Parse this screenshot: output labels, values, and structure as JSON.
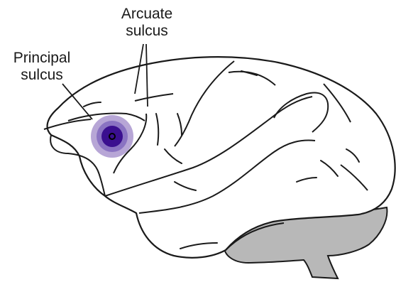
{
  "labels": {
    "arcuate": {
      "line1": "Arcuate",
      "line2": "sulcus"
    },
    "principal": {
      "line1": "Principal",
      "line2": "sulcus"
    }
  },
  "colors": {
    "outline": "#1a1a1a",
    "brain_fill": "#ffffff",
    "cerebellum_fill": "#b8b8b8",
    "lesion_outer": "#b7a6d6",
    "lesion_mid": "#8a73c2",
    "lesion_core": "#3a0f8f",
    "lesion_center": "#000000"
  }
}
